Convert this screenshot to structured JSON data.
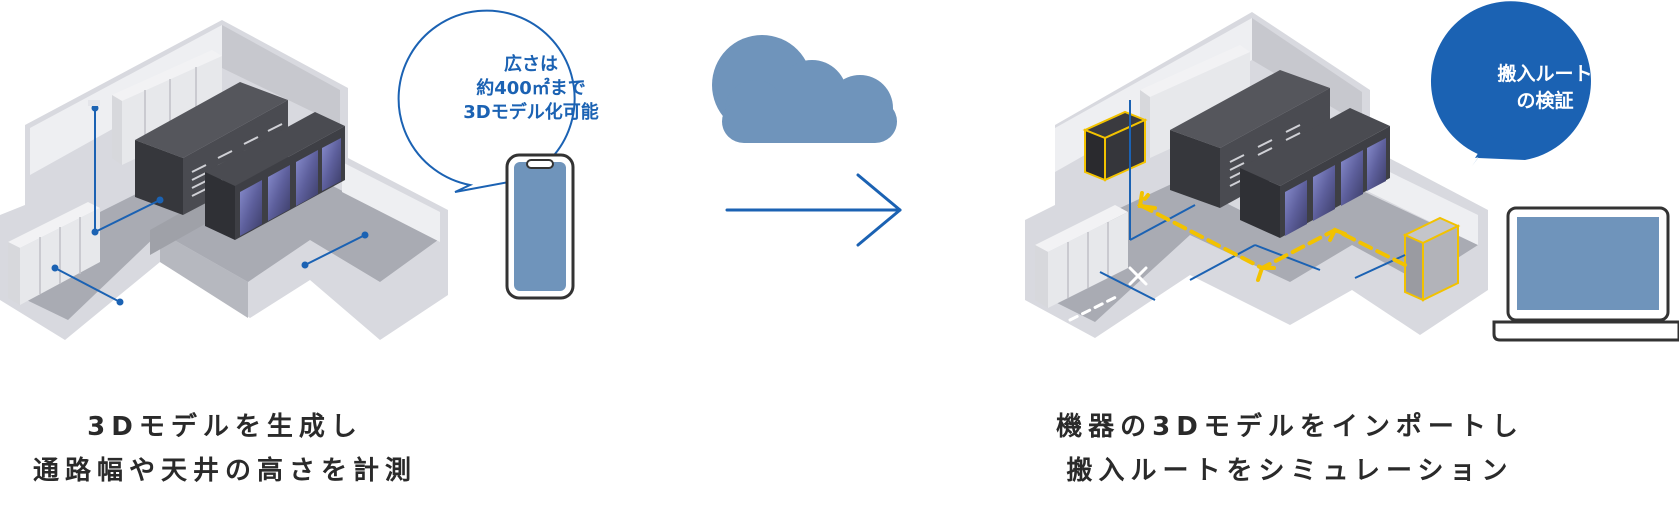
{
  "left_panel": {
    "bubble_lines": [
      "広さは",
      "約400㎡まで",
      "3Dモデル化可能"
    ],
    "caption_lines": [
      "3Dモデルを生成し",
      "通路幅や天井の高さを計測"
    ]
  },
  "right_panel": {
    "bubble_lines": [
      "搬入ルート",
      "の検証"
    ],
    "caption_lines": [
      "機器の3Dモデルをインポートし",
      "搬入ルートをシミュレーション"
    ]
  },
  "colors": {
    "accent_blue": "#1b62b3",
    "device_blue": "#6f94bb",
    "cloud": "#6f94bb",
    "route_yellow": "#f2c200",
    "floor": "#a9abb3",
    "wall_top": "#e4e5ea",
    "rack_dark": "#3e3f45"
  },
  "icons": {
    "left_device": "smartphone-icon",
    "cloud": "cloud-icon",
    "arrow": "arrow-right-icon",
    "right_device": "laptop-icon",
    "blocked_marker": "x-mark-icon"
  }
}
